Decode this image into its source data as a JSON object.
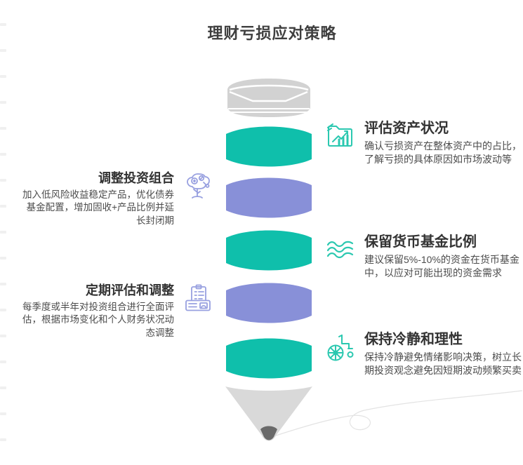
{
  "title": "理财亏损应对策略",
  "colors": {
    "teal": "#0fbfab",
    "purple": "#8890d8",
    "eraser_gray": "#d2d2d2",
    "cone_gray": "#d9d9d9",
    "tip_dark": "#6a6a6a",
    "icon_teal": "#2bc8b0",
    "icon_purple": "#98a0e0",
    "swoosh": "#e3e3e3"
  },
  "right_items": [
    {
      "icon": "folder-chart-icon",
      "title": "评估资产状况",
      "desc": "确认亏损资产在整体资产中的占比，了解亏损的具体原因如市场波动等"
    },
    {
      "icon": "waves-icon",
      "title": "保留货币基金比例",
      "desc": "建议保留5%-10%的资金在货币基金中，以应对可能出现的资金需求"
    },
    {
      "icon": "wheelchair-icon",
      "title": "保持冷静和理性",
      "desc": "保持冷静避免情绪影响决策，树立长期投资观念避免因短期波动频繁买卖"
    }
  ],
  "left_items": [
    {
      "icon": "money-tree-icon",
      "title": "调整投资组合",
      "desc": "加入低风险收益稳定产品，优化债券基金配置，增加固收+产品比例并延长封闭期"
    },
    {
      "icon": "clipboard-card-icon",
      "title": "定期评估和调整",
      "desc": "每季度或半年对投资组合进行全面评估，根据市场变化和个人财务状况动态调整"
    }
  ]
}
